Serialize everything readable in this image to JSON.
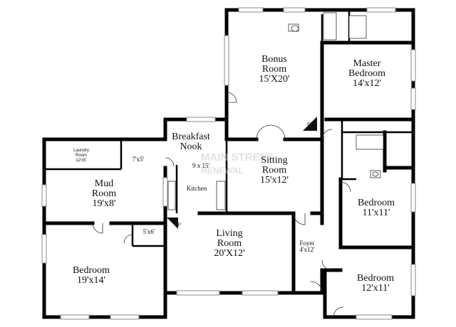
{
  "rooms": {
    "bonus": {
      "line1": "Bonus",
      "line2": "Room",
      "dims": "15'X20'"
    },
    "master": {
      "line1": "Master",
      "line2": "Bedroom",
      "dims": "14'x12'"
    },
    "sitting": {
      "line1": "Sitting",
      "line2": "Room",
      "dims": "15'x12'"
    },
    "breakfast": {
      "line1": "Breakfast",
      "line2": "Nook",
      "dims": "9 x 15'"
    },
    "kitchen": {
      "label": "Kitchen"
    },
    "laundry": {
      "line1": "Laundry",
      "line2": "Room",
      "dims": "12'x5'"
    },
    "mud": {
      "line1": "Mud",
      "line2": "Room",
      "dims": "19'x8'"
    },
    "closet_a": {
      "dims": "7'x5'"
    },
    "closet_b": {
      "dims": "5'x6'"
    },
    "living": {
      "line1": "Living",
      "line2": "Room",
      "dims": "20'X12'"
    },
    "foyer": {
      "line1": "Foyer",
      "dims": "4'x12'"
    },
    "bedroom_left": {
      "line1": "Bedroom",
      "dims": "19'x14'"
    },
    "bedroom_mid": {
      "line1": "Bedroom",
      "dims": "11'x11'"
    },
    "bedroom_right": {
      "line1": "Bedroom",
      "dims": "12'x11'"
    }
  },
  "fireplace": {
    "label": "FP"
  },
  "watermark": {
    "line1": "MAIN STREET",
    "line2": "RENEWAL"
  }
}
